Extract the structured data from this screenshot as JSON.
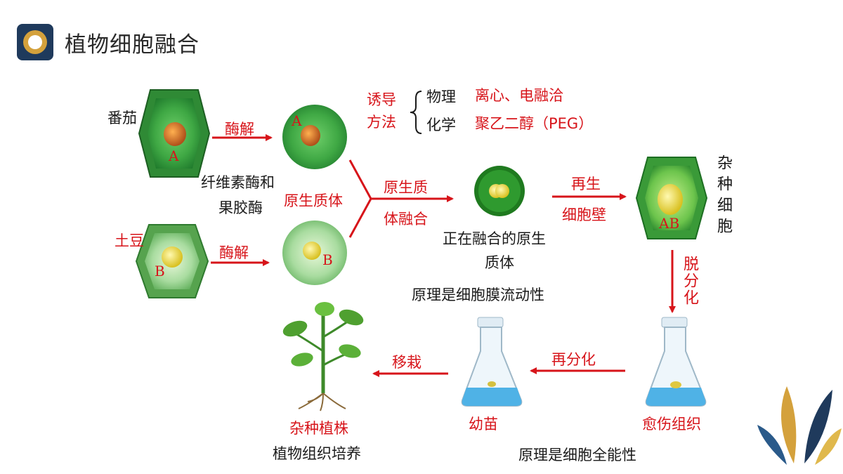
{
  "page": {
    "title": "植物细胞融合"
  },
  "colors": {
    "red": "#d7141a",
    "text": "#1a1a1a",
    "navy": "#1f3a5c",
    "gold": "#d4a13c"
  },
  "cells": {
    "tomato_label": "番茄",
    "potato_label": "土豆",
    "letter_a": "A",
    "letter_b": "B",
    "letter_ab": "AB"
  },
  "steps": {
    "enzyme_top": "酶解",
    "enzyme_bottom": "酶解",
    "enzyme_note_line1": "纤维素酶和",
    "enzyme_note_line2": "果胶酶",
    "protoplast": "原生质体",
    "fusion_line1": "原生质",
    "fusion_line2": "体融合",
    "fusing_line1": "正在融合的原生",
    "fusing_line2": "质体",
    "principle_membrane": "原理是细胞膜流动性",
    "regen_line1": "再生",
    "regen_line2": "细胞壁",
    "hybrid_cell": "杂种细胞",
    "dediff": "脱分化",
    "callus": "愈伤组织",
    "rediff": "再分化",
    "seedling": "幼苗",
    "transplant": "移栽",
    "hybrid_plant": "杂种植株",
    "tissue_culture": "植物组织培养",
    "principle_totipotency": "原理是细胞全能性"
  },
  "induction": {
    "label_line1": "诱导",
    "label_line2": "方法",
    "physical": "物理",
    "physical_methods": "离心、电融洽",
    "chemical": "化学",
    "chemical_methods": "聚乙二醇（PEG）"
  }
}
